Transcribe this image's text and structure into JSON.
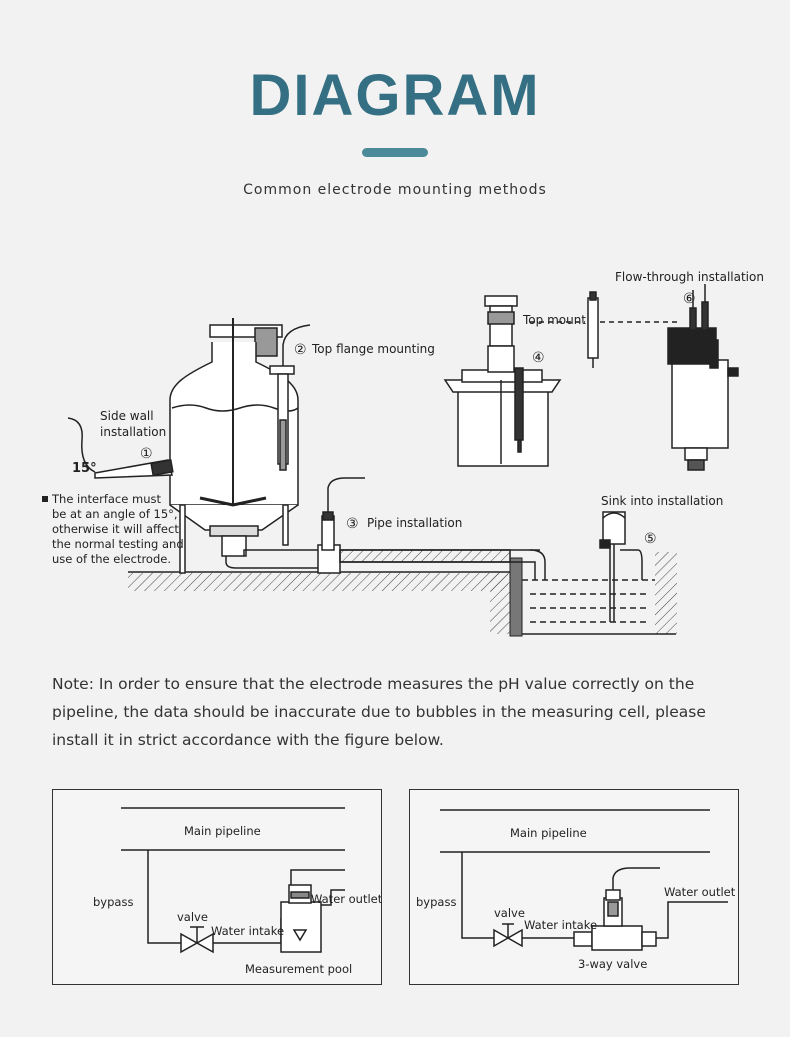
{
  "header": {
    "title": "DIAGRAM",
    "subtitle": "Common electrode mounting methods"
  },
  "main_diagram": {
    "labels": {
      "flow_through": "Flow-through installation",
      "top_mount": "Top mount",
      "top_flange": "Top flange mounting",
      "side_wall_1": "Side wall",
      "side_wall_2": "installation",
      "angle": "15°",
      "pipe": "Pipe installation",
      "sink": "Sink into installation"
    },
    "markers": [
      "①",
      "②",
      "③",
      "④",
      "⑤",
      "⑥"
    ],
    "interface_note": [
      "The interface must",
      "be at an angle of 15°,",
      "otherwise it will affect",
      "the normal testing and",
      "use of the electrode."
    ]
  },
  "note": "Note: In order to ensure that the electrode measures the pH value correctly on the pipeline, the data should be inaccurate due to bubbles in the measuring cell, please install it in strict accordance with the figure below.",
  "panel_left": {
    "main_pipeline": "Main pipeline",
    "bypass": "bypass",
    "valve": "valve",
    "water_intake": "Water intake",
    "water_outlet": "Water outlet",
    "bottom": "Measurement pool"
  },
  "panel_right": {
    "main_pipeline": "Main pipeline",
    "bypass": "bypass",
    "valve": "valve",
    "water_intake": "Water intake",
    "water_outlet": "Water outlet",
    "bottom": "3-way valve"
  }
}
